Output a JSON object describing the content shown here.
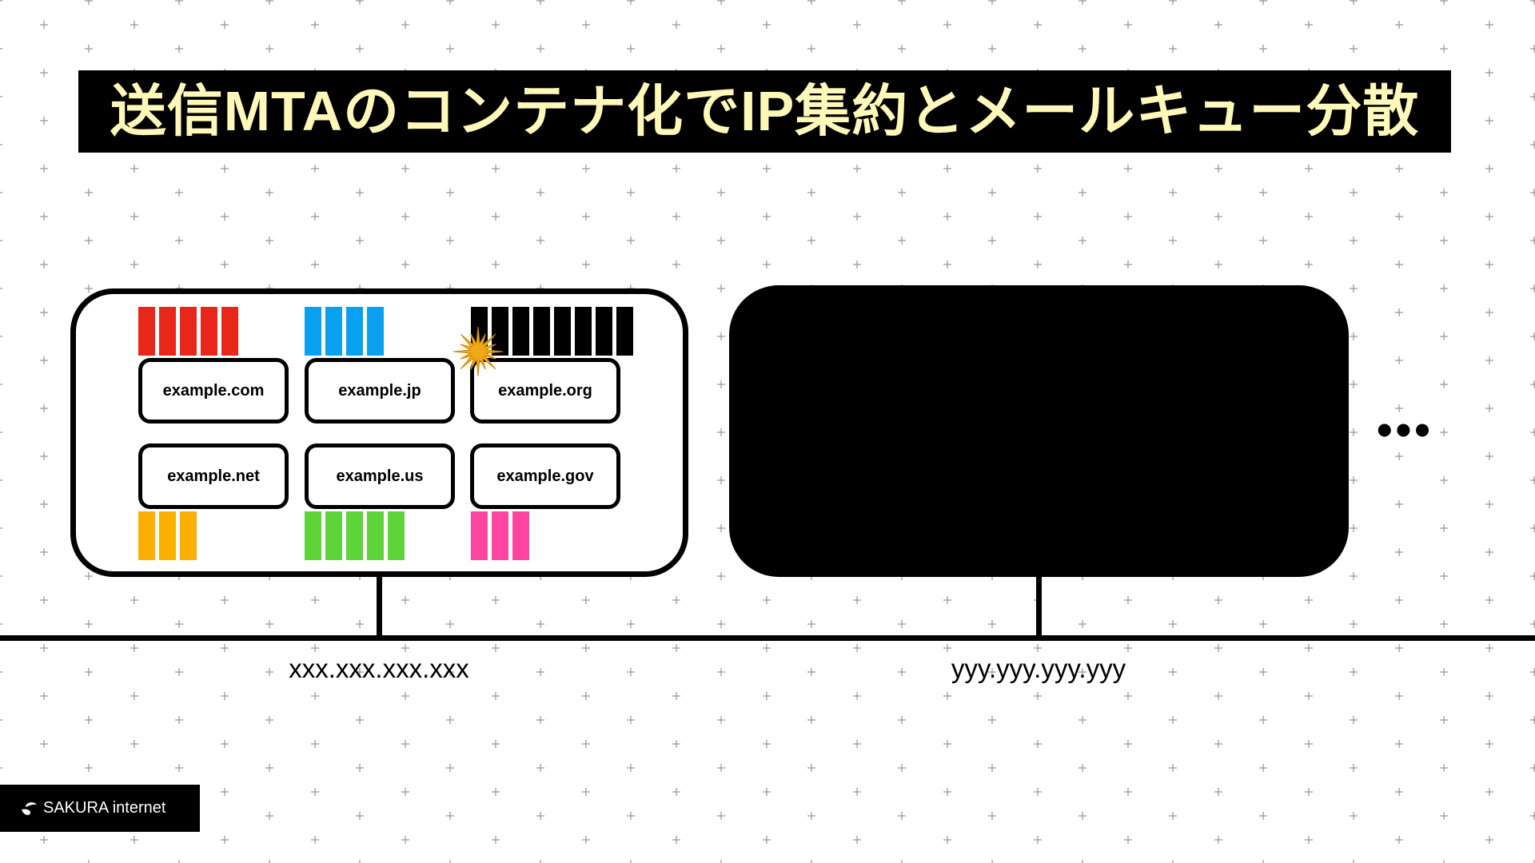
{
  "title": "送信MTAのコンテナ化でIP集約とメールキュー分散",
  "left_host": {
    "domains": [
      "example.com",
      "example.jp",
      "example.org",
      "example.net",
      "example.us",
      "example.gov"
    ],
    "queues": [
      {
        "domain": "example.com",
        "count": 5,
        "color": "#e8261a"
      },
      {
        "domain": "example.jp",
        "count": 4,
        "color": "#0aa0f0"
      },
      {
        "domain": "example.org",
        "count": 8,
        "color": "#000000"
      },
      {
        "domain": "example.net",
        "count": 3,
        "color": "#fbaf00"
      },
      {
        "domain": "example.us",
        "count": 5,
        "color": "#5fd43a"
      },
      {
        "domain": "example.gov",
        "count": 3,
        "color": "#ff45a0"
      }
    ],
    "ip": "xxx.xxx.xxx.xxx"
  },
  "right_host": {
    "ip": "yyy.yyy.yyy.yyy"
  },
  "more": "•••",
  "logo": "SAKURA internet",
  "colors": {
    "title_text": "#fff8b8",
    "burst": "#f0a818"
  }
}
